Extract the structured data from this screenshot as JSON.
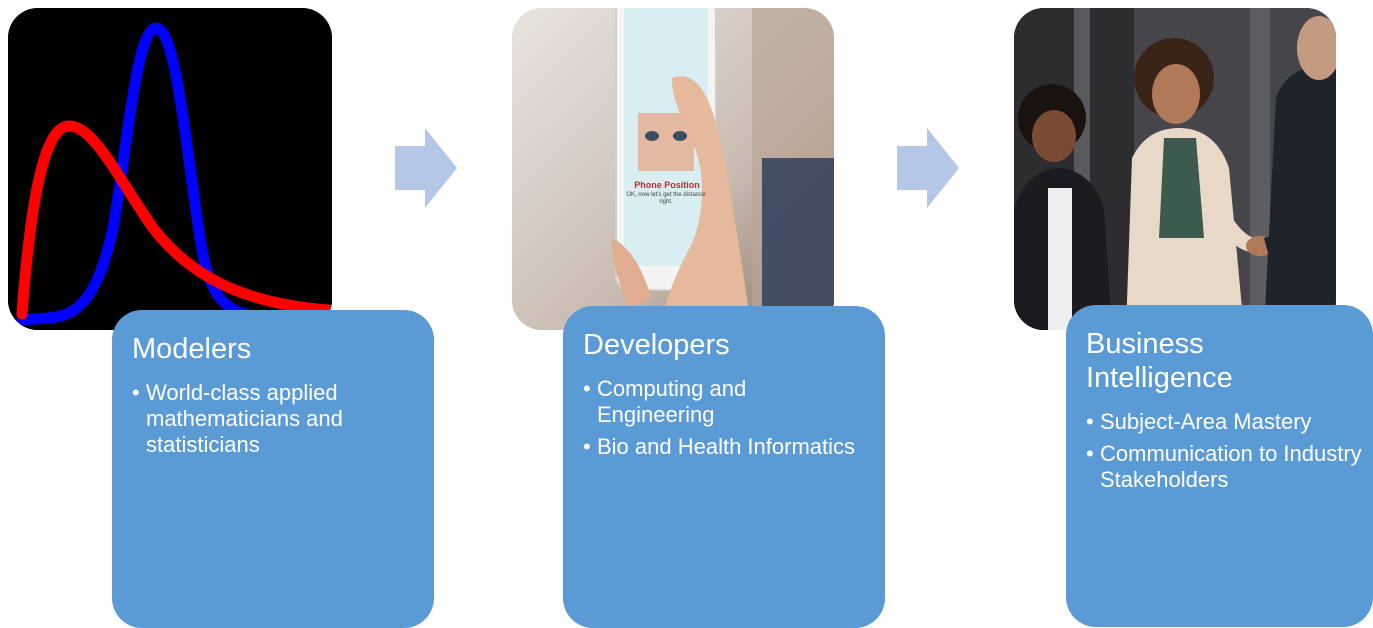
{
  "stages": [
    {
      "title": "Modelers",
      "image_icon": "distribution-curves-image",
      "bullets": [
        "World-class applied mathematicians and statisticians"
      ]
    },
    {
      "title": "Developers",
      "image_icon": "phone-app-image",
      "bullets": [
        "Computing and Engineering",
        "Bio and Health Informatics"
      ]
    },
    {
      "title": "Business Intelligence",
      "image_icon": "handshake-image",
      "bullets": [
        "Subject-Area Mastery",
        "Communication to Industry Stakeholders"
      ]
    }
  ],
  "phone_screen": {
    "heading": "Phone Position",
    "text": "OK, now let's get the distance right."
  },
  "colors": {
    "card": "#5b9bd5",
    "arrow": "#b4c7e7",
    "curve_blue": "#0000ff",
    "curve_red": "#ff0000"
  }
}
